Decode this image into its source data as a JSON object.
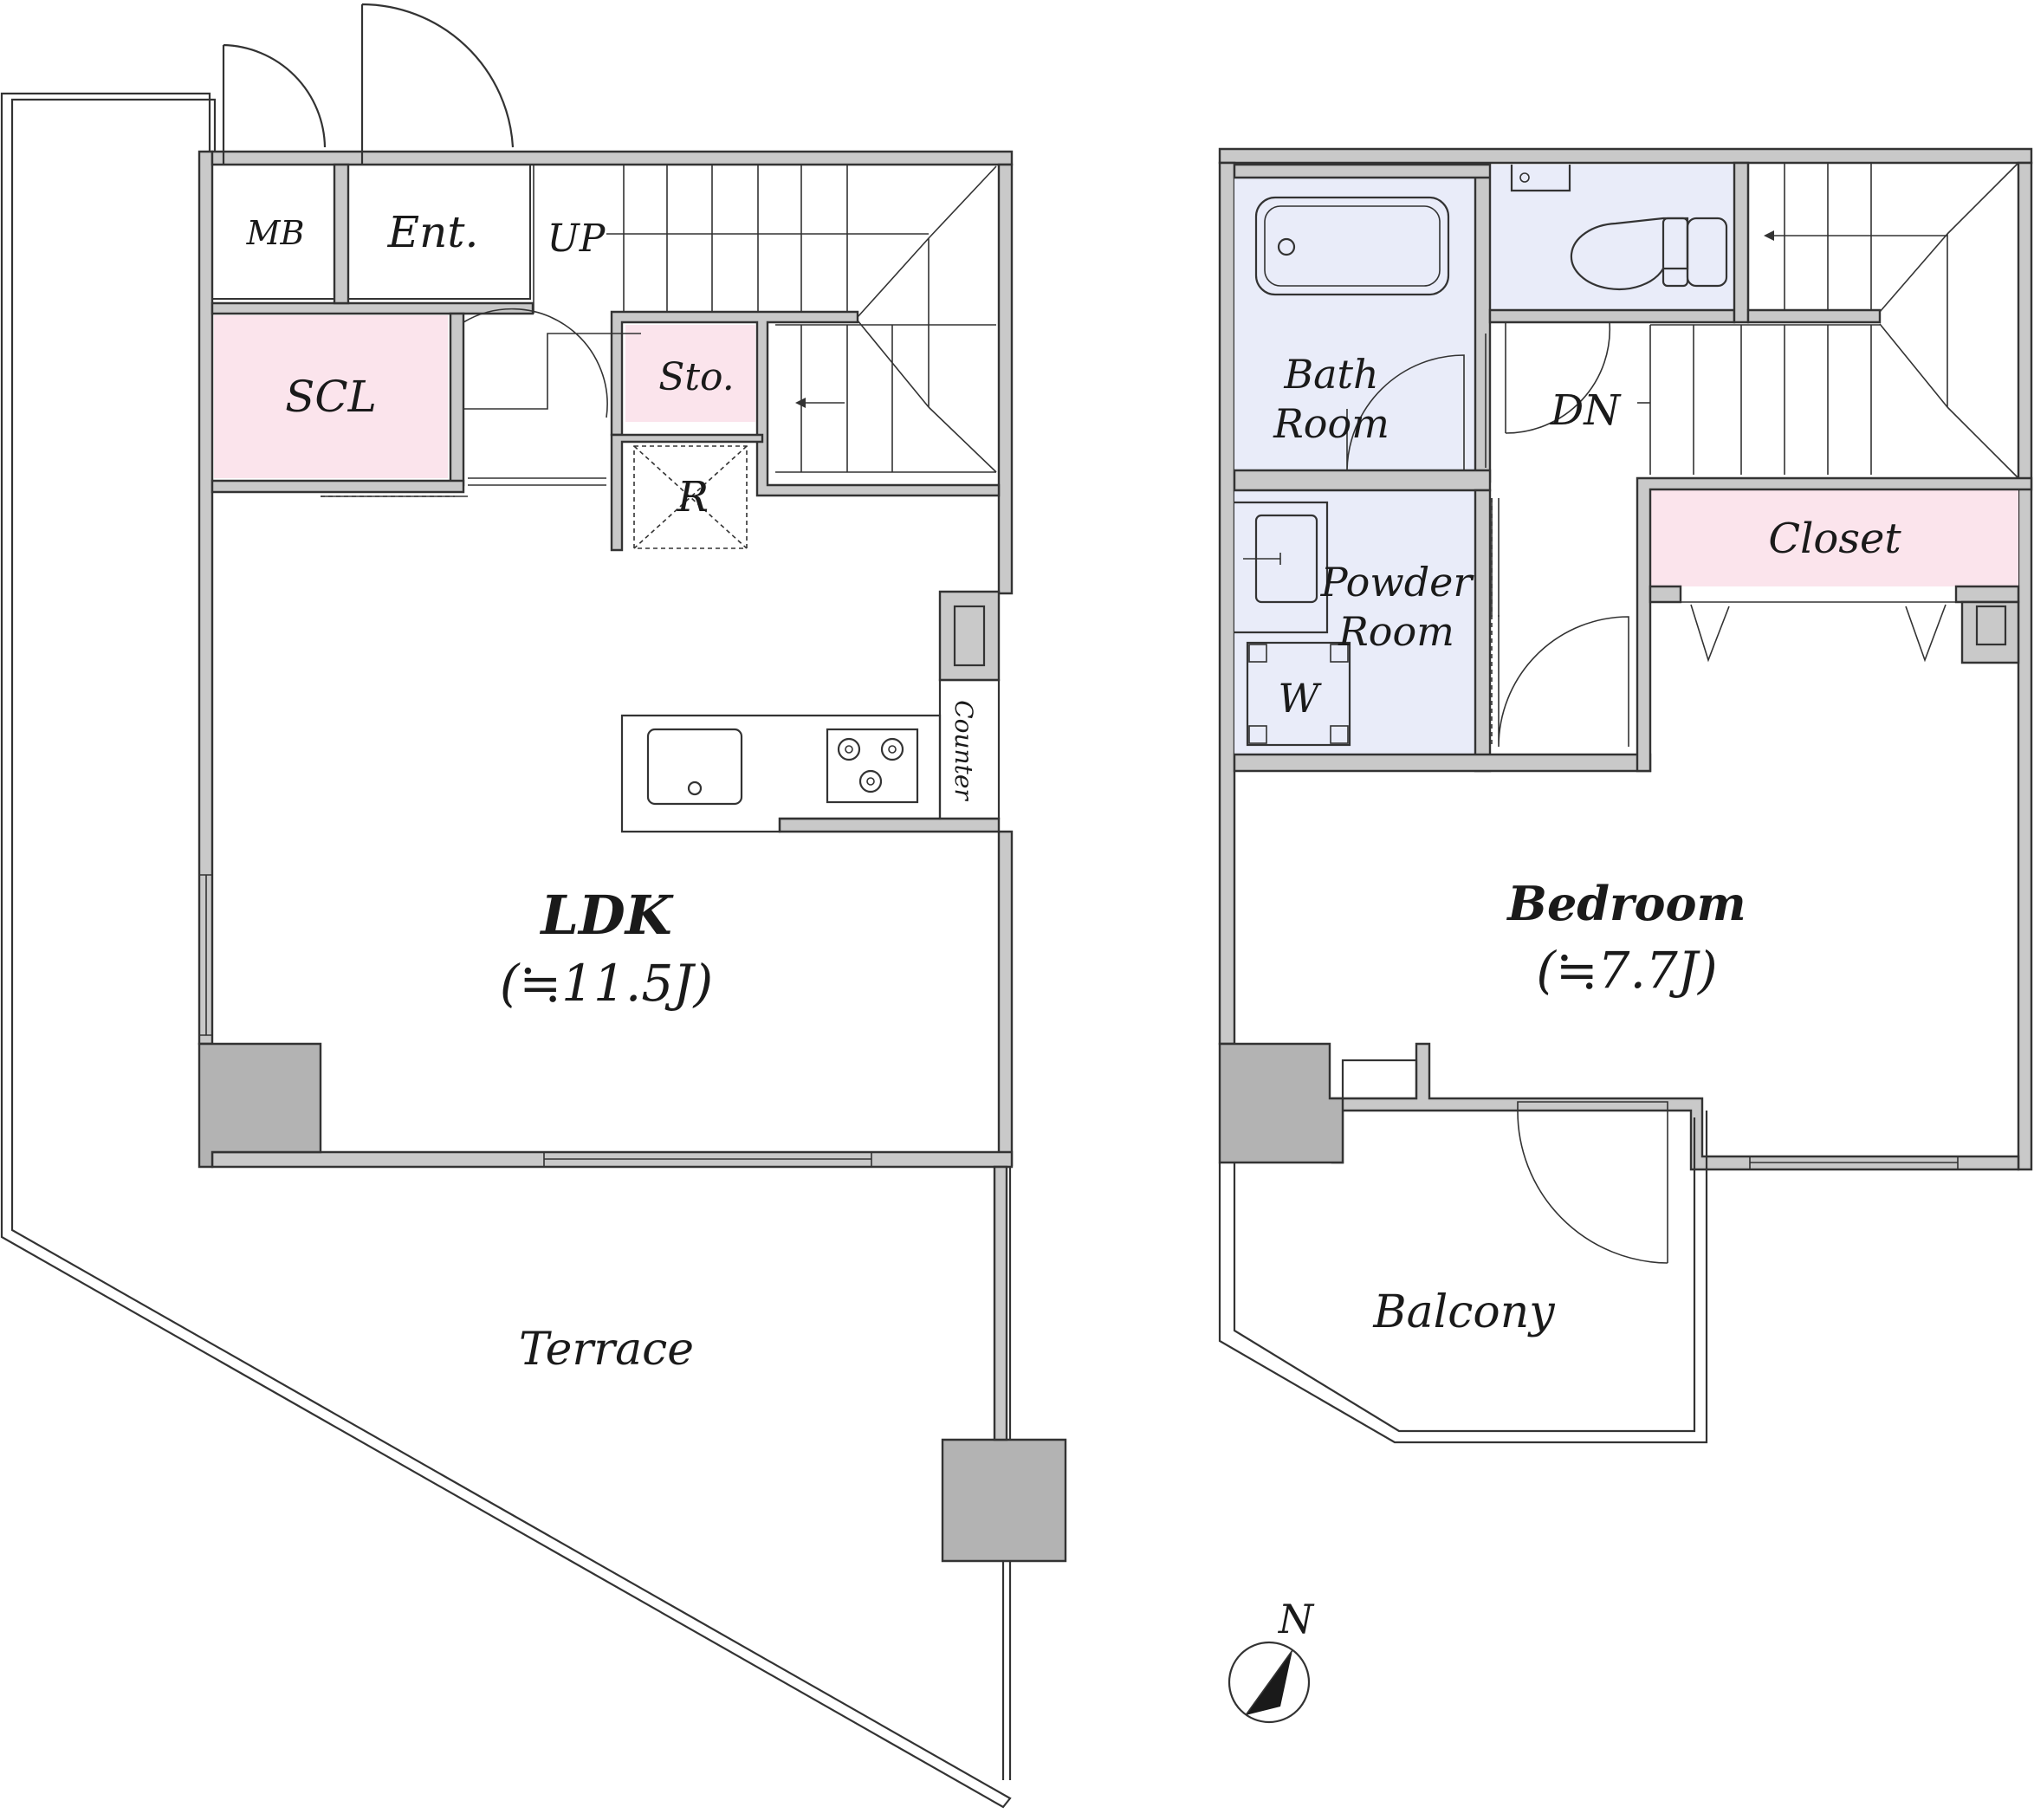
{
  "floor1": {
    "mb": "MB",
    "entrance": "Ent.",
    "up": "UP",
    "scl": "SCL",
    "storage": "Sto.",
    "refrigerator": "R",
    "counter": "Counter",
    "ldk": "LDK",
    "ldk_area": "(≒11.5J)",
    "terrace": "Terrace"
  },
  "floor2": {
    "bath_line1": "Bath",
    "bath_line2": "Room",
    "down": "DN",
    "closet": "Closet",
    "powder_line1": "Powder",
    "powder_line2": "Room",
    "washer": "W",
    "bedroom": "Bedroom",
    "bedroom_area": "(≒7.7J)",
    "balcony": "Balcony"
  },
  "compass": {
    "north": "N"
  },
  "colors": {
    "wall": "#c9c9c9",
    "column": "#b3b3b3",
    "storage_pink": "#fbe4ec",
    "wet_area_blue": "#e9ecf9"
  }
}
